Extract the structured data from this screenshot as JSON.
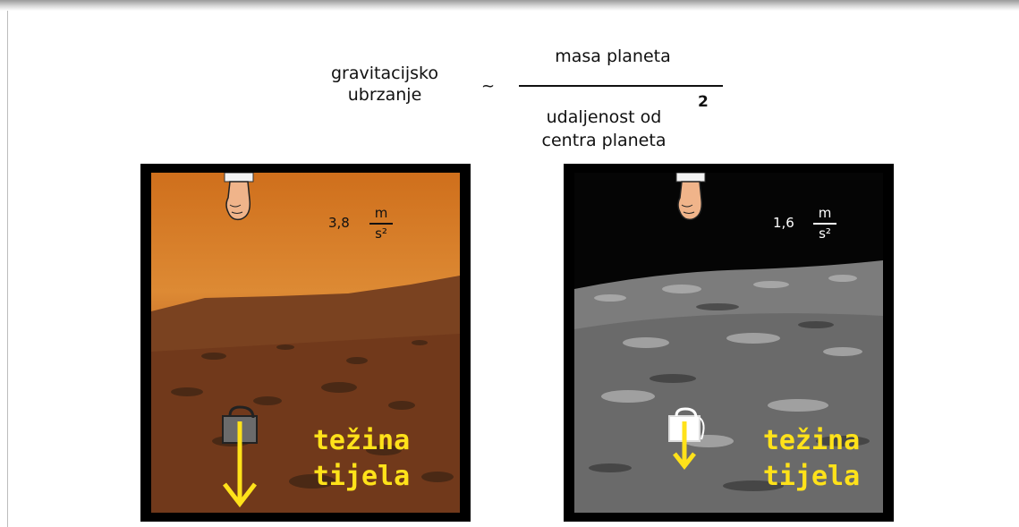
{
  "formula": {
    "left_line1": "gravitacijsko",
    "left_line2": "ubrzanje",
    "relation": "~",
    "numerator": "masa planeta",
    "denominator_line1": "udaljenost od",
    "denominator_line2": "centra planeta",
    "exponent": "2"
  },
  "mars_panel": {
    "value": "3,8",
    "unit_top": "m",
    "unit_bottom": "s²",
    "label_line1": "težina",
    "label_line2": "tijela"
  },
  "moon_panel": {
    "value": "1,6",
    "unit_top": "m",
    "unit_bottom": "s²",
    "label_line1": "težina",
    "label_line2": "tijela"
  },
  "colors": {
    "arrow": "#ffe21a",
    "mars_sky": "#d67a26",
    "moon_ground": "#8a8a8a"
  }
}
